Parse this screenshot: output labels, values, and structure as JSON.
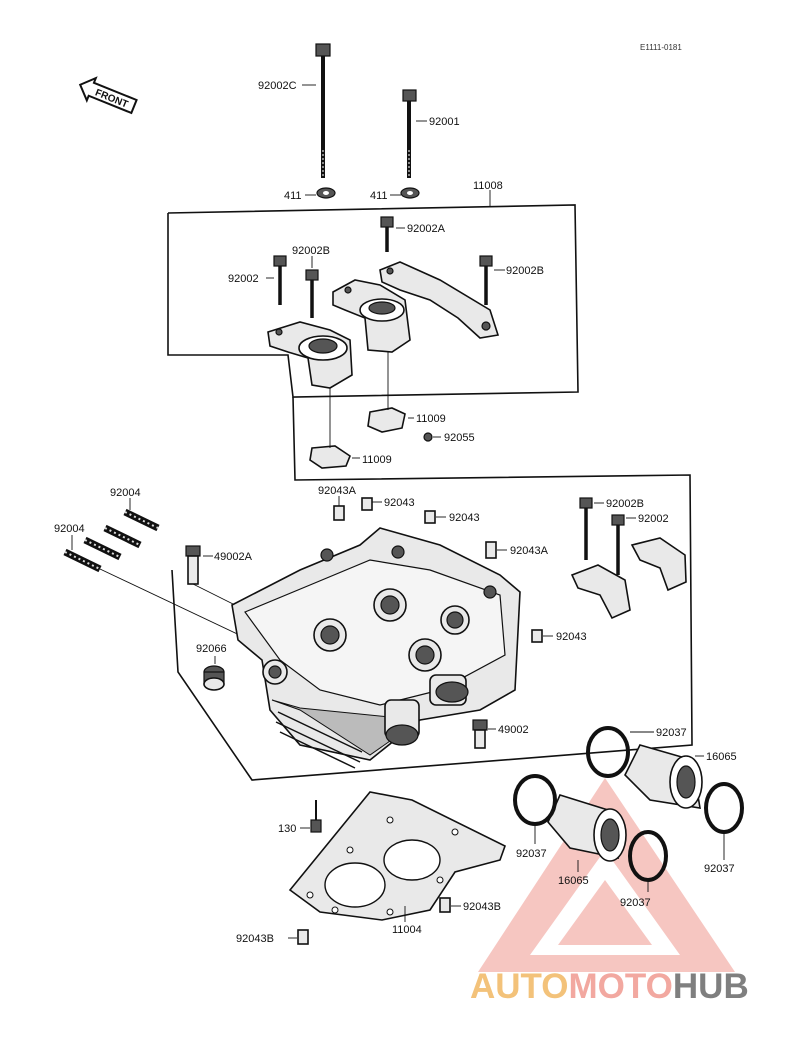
{
  "diagram": {
    "ref_code": "E1111-0181",
    "front_label": "FRONT",
    "labels": {
      "bolt_92002C": "92002C",
      "bolt_92001": "92001",
      "washer_411_a": "411",
      "washer_411_b": "411",
      "assy_11008": "11008",
      "bolt_92002A": "92002A",
      "bolt_92002B_top": "92002B",
      "bolt_92002_top": "92002",
      "bolt_92002B_right": "92002B",
      "gasket_11009_a": "11009",
      "gasket_11009_b": "11009",
      "washer_92055": "92055",
      "dowel_92043A_top": "92043A",
      "dowel_92043_a": "92043",
      "dowel_92043_b": "92043",
      "dowel_92043A_right": "92043A",
      "dowel_92043_c": "92043",
      "stud_92004_a": "92004",
      "stud_92004_b": "92004",
      "plug_49002A": "49002A",
      "bolt_92002B_lower": "92002B",
      "bolt_92002_lower": "92002",
      "cap_92066": "92066",
      "plug_49002": "49002",
      "clamp_92037_a": "92037",
      "holder_16065_a": "16065",
      "clamp_92037_b": "92037",
      "clamp_92037_c": "92037",
      "holder_16065_b": "16065",
      "clamp_92037_d": "92037",
      "screw_130": "130",
      "dowel_92043B_a": "92043B",
      "gasket_11004": "11004",
      "dowel_92043B_b": "92043B"
    }
  },
  "watermark": {
    "part1": "AUTO",
    "part2": "MOTO",
    "part3": "HUB"
  }
}
